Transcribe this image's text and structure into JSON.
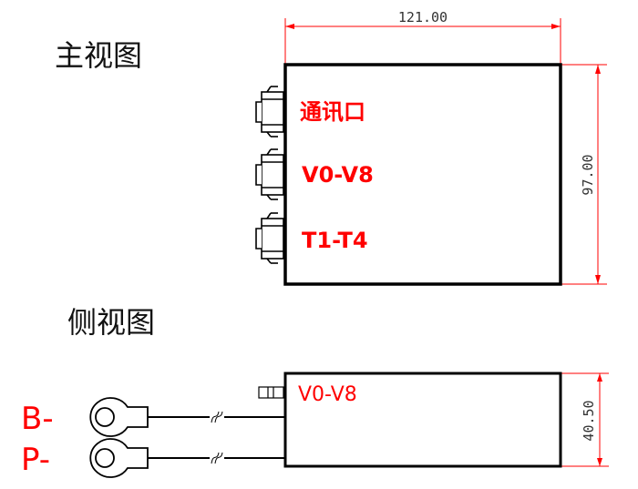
{
  "colors": {
    "line": "#000000",
    "dimension": "#ff0000",
    "dimension_text": "#333333",
    "label": "#ff0000",
    "title": "#111111"
  },
  "front_view": {
    "title": "主视图",
    "width_dim": "121.00",
    "height_dim": "97.00",
    "port_labels": [
      "通讯口",
      "V0-V8",
      "T1-T4"
    ]
  },
  "side_view": {
    "title": "侧视图",
    "port_label": "V0-V8",
    "height_dim": "40.50",
    "wires": [
      "B-",
      "P-"
    ]
  }
}
